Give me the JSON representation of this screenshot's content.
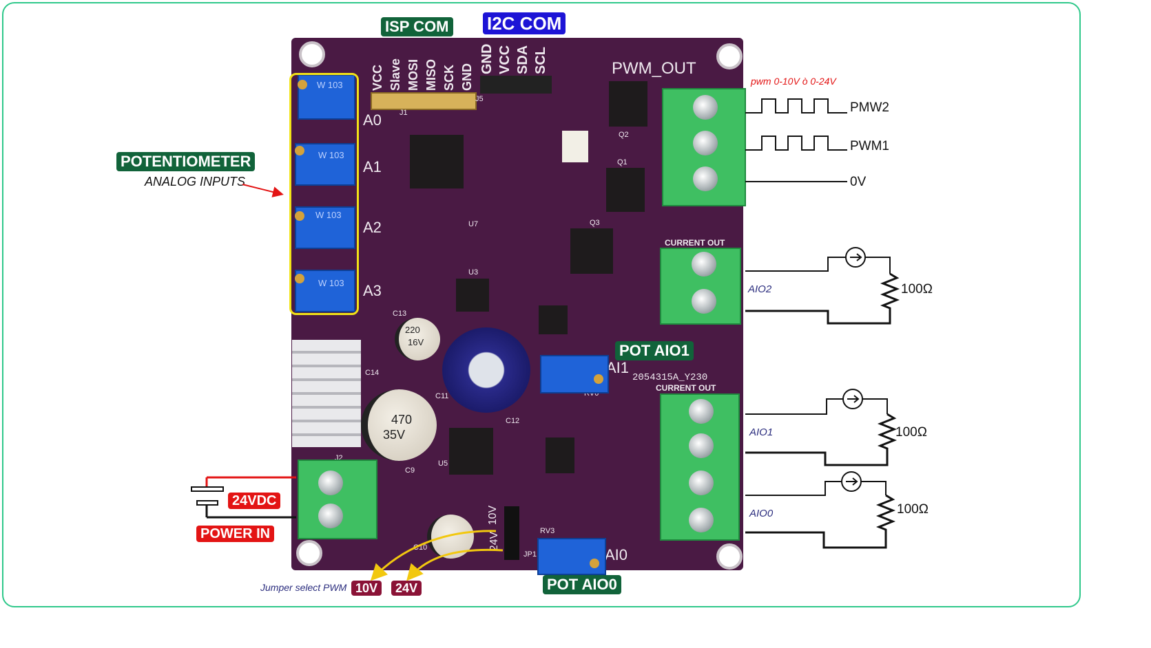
{
  "labels": {
    "isp_com": "ISP COM",
    "i2c_com": "I2C COM",
    "potentiometer": "POTENTIOMETER",
    "analog_inputs": "ANALOG INPUTS",
    "pot_aio1": "POT AIO1",
    "pot_aio0": "POT AIO0",
    "vdc_24": "24VDC",
    "power_in": "POWER IN",
    "jumper_select": "Jumper select PWM",
    "jumper_10v": "10V",
    "jumper_24v": "24V",
    "pwm_note": "pwm 0-10V  ò 0-24V"
  },
  "pcb": {
    "pwm_out": "PWM_OUT",
    "current_out_1": "CURRENT OUT",
    "current_out_2": "CURRENT OUT",
    "board_id": "2054315A_Y230",
    "isp_pins": [
      "VCC",
      "Slave",
      "MOSI",
      "MISO",
      "SCK",
      "GND"
    ],
    "i2c_pins": [
      "GND",
      "VCC",
      "SDA",
      "SCL"
    ],
    "analog_pins": [
      "A0",
      "A1",
      "A2",
      "A3"
    ],
    "ai1": "AI1",
    "ai0": "AI0",
    "pot_marking": "W 103",
    "cap_470": "470",
    "cap_35v": "35V",
    "cap_220": "220",
    "cap_16v": "16V",
    "j1": "J1",
    "j2": "J2",
    "j5": "J5",
    "u3": "U3",
    "u5": "U5",
    "u7": "U7",
    "q1": "Q1",
    "q2": "Q2",
    "q3": "Q3",
    "c13": "C13",
    "c14": "C14",
    "c11": "C11",
    "c12": "C12",
    "c9": "C9",
    "c10": "C10",
    "rv3": "RV3",
    "rv6": "RV6",
    "jp1": "JP1",
    "sel_24v": "24V",
    "sel_10v": "10V"
  },
  "signals": {
    "pwm2": "PMW2",
    "pwm1": "PWM1",
    "zero_v": "0V",
    "aio2": "AIO2",
    "aio1": "AIO1",
    "aio0": "AIO0",
    "resistor": "100Ω"
  },
  "colors": {
    "frame": "#2ec88a",
    "pcb": "#4a1a44",
    "label_green": "#11633a",
    "label_blue": "#1d14d6",
    "label_red": "#e31414",
    "label_wine": "#8a1236",
    "highlight": "#f2e316",
    "terminal": "#3fbf62",
    "pot": "#1f63d8"
  }
}
